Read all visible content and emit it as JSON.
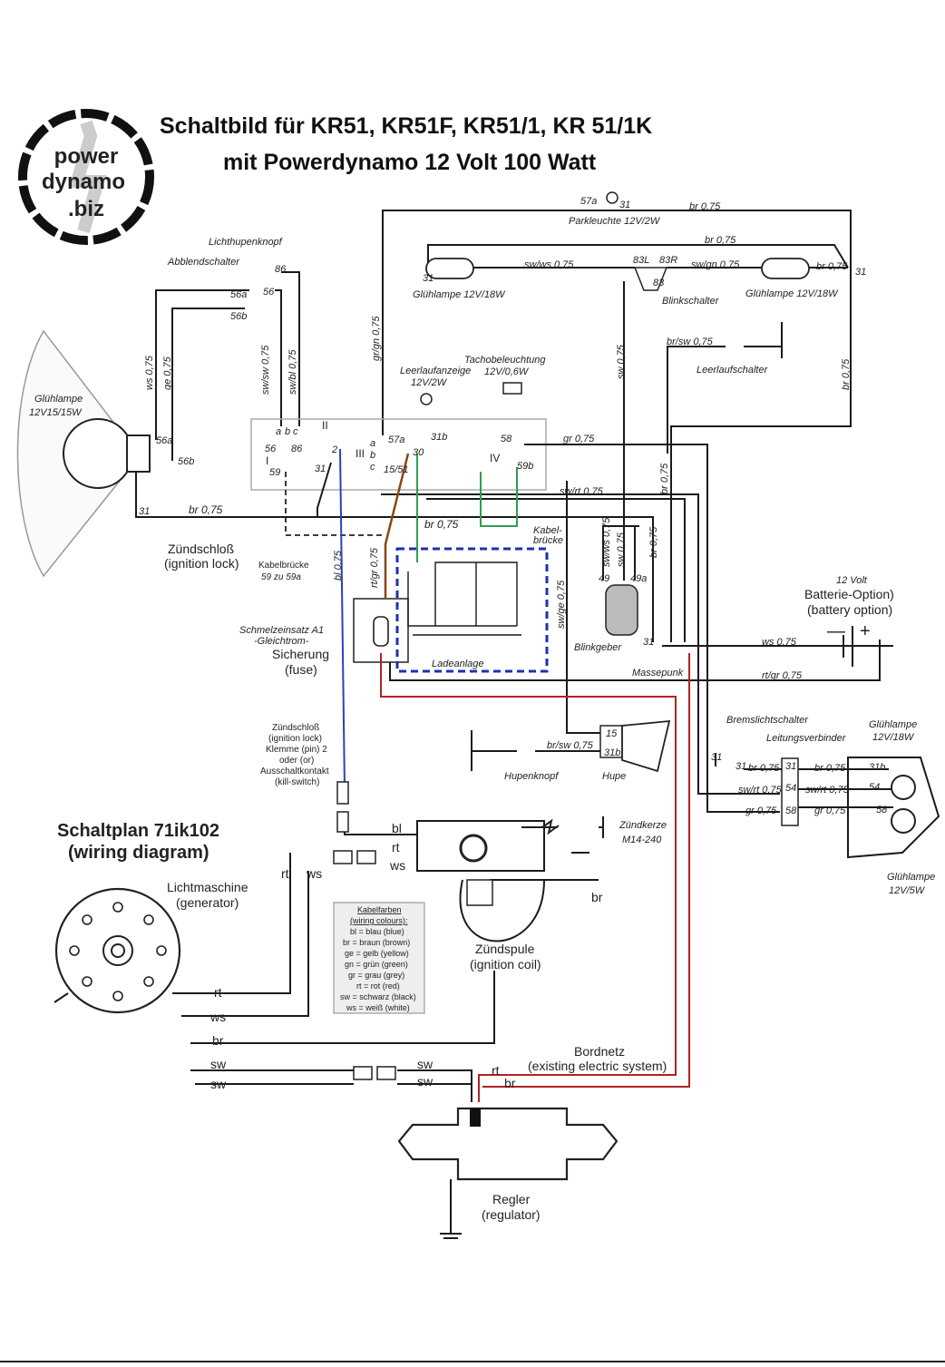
{
  "title": {
    "line1": "Schaltbild für KR51, KR51F, KR51/1, KR 51/1K",
    "line2": "mit Powerdynamo 12 Volt 100 Watt"
  },
  "logo": {
    "line1": "power",
    "line2": "dynamo",
    "line3": ".biz"
  },
  "colors": {
    "wire_black": "#1a1a1a",
    "wire_blue": "#2a3fc7",
    "wire_red": "#b22222",
    "wire_green": "#2e9e4f",
    "wire_brown": "#8b4513",
    "dashed_box": "#1f2fb0",
    "logo_red": "#d42020"
  },
  "labels": {
    "parkleuchte_57a": "57a",
    "parkleuchte_31": "31",
    "parkleuchte": "Parkleuchte 12V/2W",
    "br075_top": "br 0,75",
    "br075_second": "br 0,75",
    "swws075": "sw/ws 0,75",
    "l83L": "83L",
    "l83R": "83R",
    "swgn075": "sw/gn 0,75",
    "br075_right": "br 0,75",
    "l31_right": "31",
    "l31_left": "31",
    "l83": "83",
    "gluehlampe_left": "Glühlampe 12V/18W",
    "blinkschalter": "Blinkschalter",
    "gluehlampe_right": "Glühlampe 12V/18W",
    "lichthupenknopf": "Lichthupenknopf",
    "abblendschalter": "Abblendschalter",
    "l86": "86",
    "l56a": "56a",
    "l56": "56",
    "l56b": "56b",
    "swws075_v": "sw/sw 0,75",
    "swbl075_v": "sw/bl 0,75",
    "ws075_v": "ws 0,75",
    "ge075_v": "ge 0,75",
    "grgn075_v": "gr/gn 0,75",
    "sw075_v": "sw 0,75",
    "brsw075_top": "br/sw 0,75",
    "leerlaufschalter": "Leerlaufschalter",
    "br075_vright": "br 0,75",
    "tachobeleuchtung": "Tachobeleuchtung",
    "tacho_spec": "12V/0,6W",
    "leerlaufanzeige": "Leerlaufanzeige",
    "leerlauf_spec": "12V/2W",
    "gluehlampe_head": "Glühlampe",
    "head_spec": "12V15/15W",
    "l56a_head": "56a",
    "l56b_head": "56b",
    "l31_head": "31",
    "br075_head": "br 0,75",
    "l_a": "a",
    "l_b": "b",
    "l_c": "c",
    "l_II": "II",
    "l_I": "I",
    "l_III": "III",
    "l_IV": "IV",
    "l56_ign": "56",
    "l86_ign": "86",
    "l59_ign": "59",
    "l31_ign": "31",
    "l2_ign": "2",
    "l_a2": "a",
    "l_b2": "b",
    "l_c2": "c",
    "l57a_ign": "57a",
    "l30_ign": "30",
    "l1551": "15/51",
    "l31b_ign": "31b",
    "l58_ign": "58",
    "gr075": "gr 0,75",
    "l59b": "59b",
    "swrt075": "sw/rt 0,75",
    "br075_vmid": "br 0,75",
    "br075_mid": "br 0,75",
    "kabelbruecke_g": "Kabel-",
    "kabelbruecke_g2": "brücke",
    "zuendschloss": "Zündschloß",
    "ignition_lock": "(ignition lock)",
    "kabelbruecke": "Kabelbrücke",
    "kabelbruecke_spec": "59 zu 59a",
    "bl075_v": "bl 0,75",
    "rtgr075_v": "rt/gr 0,75",
    "swws075_v2": "sw/ws 0,75",
    "sw075_v2": "sw 0,75",
    "br075_v3": "br 0,75",
    "swge075_v": "sw/ge 0,75",
    "l49": "49",
    "l49a": "49a",
    "blinkgeber": "Blinkgeber",
    "l31_bl": "31",
    "massepunkt": "Massepunk",
    "ws075_bat": "ws 0,75",
    "rtgr075_bat": "rt/gr 0,75",
    "volt12": "12 Volt",
    "batterie": "Batterie-Option)",
    "battery_option": "(battery option)",
    "minus": "—",
    "plus": "+",
    "schmelzeinsatz": "Schmelzeinsatz A1",
    "gleichstrom": "-Gleichtrom-",
    "sicherung": "Sicherung",
    "fuse": "(fuse)",
    "ladeanlage": "Ladeanlage",
    "zs_pin1": "Zündschloß",
    "zs_pin2": "(ignition lock)",
    "zs_pin3": "Klemme (pin) 2",
    "zs_pin4": "oder (or)",
    "zs_pin5": "Ausschaltkontakt",
    "zs_pin6": "(kill-switch)",
    "l15": "15",
    "l31b_hupe": "31b",
    "brsw075_hupe": "br/sw 0,75",
    "hupenknopf": "Hupenknopf",
    "hupe": "Hupe",
    "bremslichtschalter": "Bremslichtschalter",
    "leitungsverbinder": "Leitungsverbinder",
    "gluehlampe_tail": "Glühlampe",
    "tail_spec": "12V/18W",
    "l31_b1": "31",
    "l31_b2": "31",
    "br075_b1": "br 0,75",
    "l31_lv": "31",
    "br075_b2": "br 0,75",
    "l31b_tail": "31b",
    "swrt075_b": "sw/rt 0,75",
    "l54_lv": "54",
    "swrt075_b2": "sw/rt 0,75",
    "l54_tail": "54",
    "gr075_b": "gr 0,75",
    "l58_lv": "58",
    "gr075_b2": "gr 0,75",
    "l58_tail": "58",
    "gluehlampe_tail2": "Glühlampe",
    "tail_spec2": "12V/5W",
    "schaltplan": "Schaltplan 71ik102",
    "wiring_diagram": "(wiring diagram)",
    "bl": "bl",
    "rt": "rt",
    "ws": "ws",
    "rt_left": "rt",
    "ws_left": "ws",
    "zuendkerze": "Zündkerze",
    "zuendkerze_spec": "M14-240",
    "br_coil": "br",
    "lichtmaschine": "Lichtmaschine",
    "generator": "(generator)",
    "zuendspule": "Zündspule",
    "ignition_coil": "(ignition coil)",
    "kf_title": "Kabelfarben",
    "kf_sub": "(wiring colours):",
    "kf_bl": "bl = blau (blue)",
    "kf_br": "br = braun (brown)",
    "kf_ge": "ge = gelb (yellow)",
    "kf_gn": "gn = grün (green)",
    "kf_gr": "gr = grau (grey)",
    "kf_rt": "rt = rot (red)",
    "kf_sw": "sw = schwarz (black)",
    "kf_ws": "ws = weiß (white)",
    "rt_gen": "rt",
    "ws_gen": "ws",
    "br_gen": "br",
    "sw_gen1": "sw",
    "sw_gen2": "sw",
    "sw_r1": "sw",
    "sw_r2": "sw",
    "rt_reg": "rt",
    "br_reg": "br",
    "bordnetz": "Bordnetz",
    "existing": "(existing electric system)",
    "regler": "Regler",
    "regulator": "(regulator)"
  }
}
